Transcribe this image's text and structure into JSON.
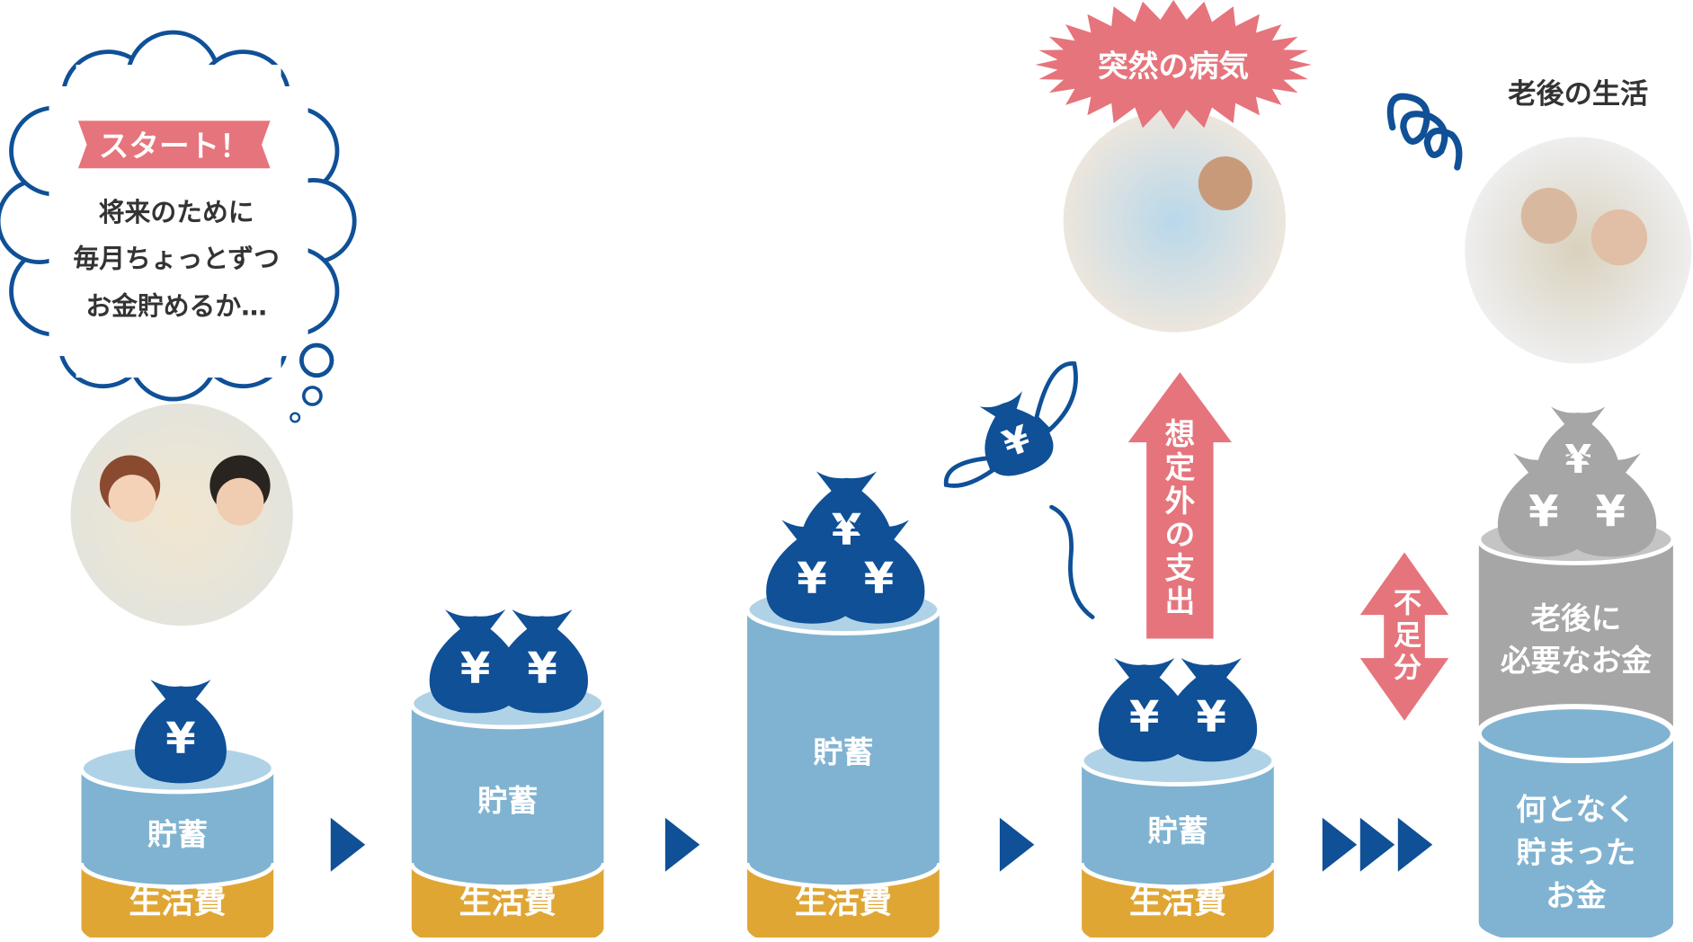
{
  "thought": {
    "start_label": "スタート！",
    "lines": [
      "将来のために",
      "毎月ちょっとずつ",
      "お金貯めるか…"
    ]
  },
  "stages": [
    {
      "savings": "貯蓄",
      "living": "生活費"
    },
    {
      "savings": "貯蓄",
      "living": "生活費"
    },
    {
      "savings": "貯蓄",
      "living": "生活費"
    },
    {
      "savings": "貯蓄",
      "living": "生活費"
    }
  ],
  "illness": {
    "burst_label": "突然の病気",
    "arrow_label": "想定外の支出"
  },
  "retirement": {
    "title": "老後の生活",
    "needed": [
      "老後に",
      "必要なお金"
    ],
    "saved": [
      "何となく",
      "貯まった",
      "お金"
    ],
    "shortfall": "不足分"
  },
  "yen_symbol": "¥",
  "colors": {
    "navy": "#0f5097",
    "savings": "#80b3d1",
    "savings_top": "#b0d2e6",
    "living": "#e0a634",
    "pink": "#e6747c",
    "gray": "#a6a6a6"
  }
}
